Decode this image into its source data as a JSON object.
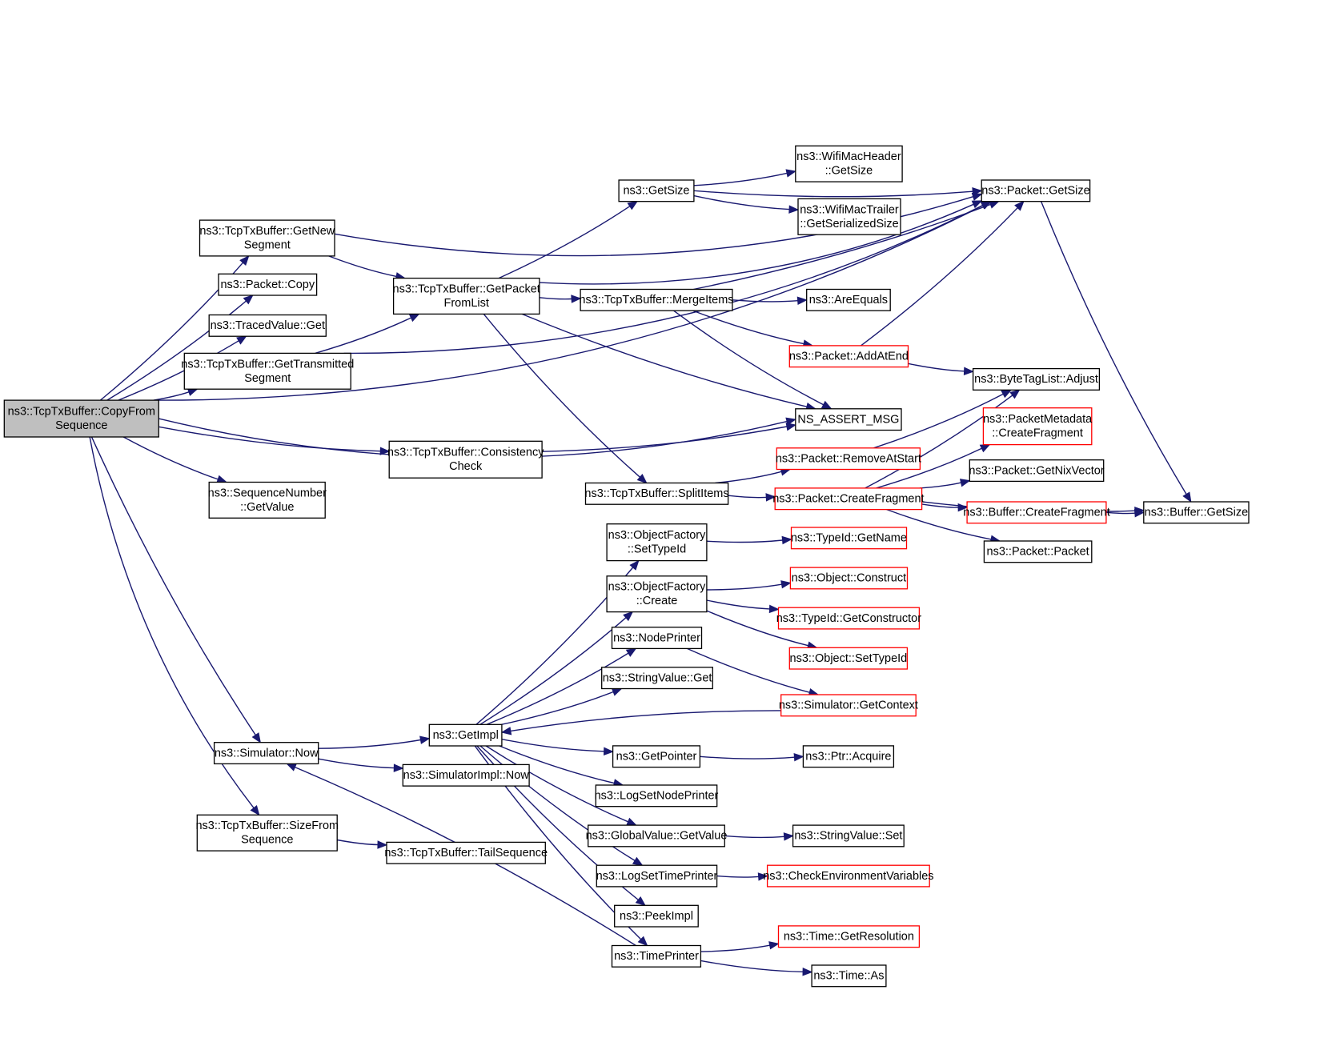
{
  "nodes": [
    {
      "id": "root",
      "lines": [
        "ns3::TcpTxBuffer::CopyFrom",
        "Sequence"
      ],
      "style": "root"
    },
    {
      "id": "getnew",
      "lines": [
        "ns3::TcpTxBuffer::GetNew",
        "Segment"
      ],
      "style": "normal"
    },
    {
      "id": "pcopy",
      "lines": [
        "ns3::Packet::Copy"
      ],
      "style": "normal"
    },
    {
      "id": "tvget",
      "lines": [
        "ns3::TracedValue::Get"
      ],
      "style": "normal"
    },
    {
      "id": "gettrans",
      "lines": [
        "ns3::TcpTxBuffer::GetTransmitted",
        "Segment"
      ],
      "style": "normal"
    },
    {
      "id": "consist",
      "lines": [
        "ns3::TcpTxBuffer::Consistency",
        "Check"
      ],
      "style": "normal"
    },
    {
      "id": "seqval",
      "lines": [
        "ns3::SequenceNumber",
        "::GetValue"
      ],
      "style": "normal"
    },
    {
      "id": "simnow",
      "lines": [
        "ns3::Simulator::Now"
      ],
      "style": "normal"
    },
    {
      "id": "sizefrom",
      "lines": [
        "ns3::TcpTxBuffer::SizeFrom",
        "Sequence"
      ],
      "style": "normal"
    },
    {
      "id": "getpkt",
      "lines": [
        "ns3::TcpTxBuffer::GetPacket",
        "FromList"
      ],
      "style": "normal"
    },
    {
      "id": "getimpl",
      "lines": [
        "ns3::GetImpl"
      ],
      "style": "normal"
    },
    {
      "id": "simimplnow",
      "lines": [
        "ns3::SimulatorImpl::Now"
      ],
      "style": "normal"
    },
    {
      "id": "tailseq",
      "lines": [
        "ns3::TcpTxBuffer::TailSequence"
      ],
      "style": "normal"
    },
    {
      "id": "getsize",
      "lines": [
        "ns3::GetSize"
      ],
      "style": "normal"
    },
    {
      "id": "merge",
      "lines": [
        "ns3::TcpTxBuffer::MergeItems"
      ],
      "style": "normal"
    },
    {
      "id": "split",
      "lines": [
        "ns3::TcpTxBuffer::SplitItems"
      ],
      "style": "normal"
    },
    {
      "id": "ofsettype",
      "lines": [
        "ns3::ObjectFactory",
        "::SetTypeId"
      ],
      "style": "normal"
    },
    {
      "id": "ofcreate",
      "lines": [
        "ns3::ObjectFactory",
        "::Create"
      ],
      "style": "normal"
    },
    {
      "id": "nodeprinter",
      "lines": [
        "ns3::NodePrinter"
      ],
      "style": "normal"
    },
    {
      "id": "strget",
      "lines": [
        "ns3::StringValue::Get"
      ],
      "style": "normal"
    },
    {
      "id": "getpointer",
      "lines": [
        "ns3::GetPointer"
      ],
      "style": "normal"
    },
    {
      "id": "logsetnode",
      "lines": [
        "ns3::LogSetNodePrinter"
      ],
      "style": "normal"
    },
    {
      "id": "gvgetvalue",
      "lines": [
        "ns3::GlobalValue::GetValue"
      ],
      "style": "normal"
    },
    {
      "id": "logsettime",
      "lines": [
        "ns3::LogSetTimePrinter"
      ],
      "style": "normal"
    },
    {
      "id": "peekimpl",
      "lines": [
        "ns3::PeekImpl"
      ],
      "style": "normal"
    },
    {
      "id": "timeprinter",
      "lines": [
        "ns3::TimePrinter"
      ],
      "style": "normal"
    },
    {
      "id": "wifihdr",
      "lines": [
        "ns3::WifiMacHeader",
        "::GetSize"
      ],
      "style": "normal"
    },
    {
      "id": "wifitrl",
      "lines": [
        "ns3::WifiMacTrailer",
        "::GetSerializedSize"
      ],
      "style": "normal"
    },
    {
      "id": "areequals",
      "lines": [
        "ns3::AreEquals"
      ],
      "style": "normal"
    },
    {
      "id": "addatend",
      "lines": [
        "ns3::Packet::AddAtEnd"
      ],
      "style": "red"
    },
    {
      "id": "assert",
      "lines": [
        "NS_ASSERT_MSG"
      ],
      "style": "normal"
    },
    {
      "id": "removeatstart",
      "lines": [
        "ns3::Packet::RemoveAtStart"
      ],
      "style": "red"
    },
    {
      "id": "pcreatefrag",
      "lines": [
        "ns3::Packet::CreateFragment"
      ],
      "style": "red"
    },
    {
      "id": "typegetname",
      "lines": [
        "ns3::TypeId::GetName"
      ],
      "style": "red"
    },
    {
      "id": "objconstruct",
      "lines": [
        "ns3::Object::Construct"
      ],
      "style": "red"
    },
    {
      "id": "typegetctor",
      "lines": [
        "ns3::TypeId::GetConstructor"
      ],
      "style": "red"
    },
    {
      "id": "objsettype",
      "lines": [
        "ns3::Object::SetTypeId"
      ],
      "style": "red"
    },
    {
      "id": "simgetctx",
      "lines": [
        "ns3::Simulator::GetContext"
      ],
      "style": "red"
    },
    {
      "id": "ptracquire",
      "lines": [
        "ns3::Ptr::Acquire"
      ],
      "style": "normal"
    },
    {
      "id": "strset",
      "lines": [
        "ns3::StringValue::Set"
      ],
      "style": "normal"
    },
    {
      "id": "checkenv",
      "lines": [
        "ns3::CheckEnvironmentVariables"
      ],
      "style": "red"
    },
    {
      "id": "timegetres",
      "lines": [
        "ns3::Time::GetResolution"
      ],
      "style": "red"
    },
    {
      "id": "timeas",
      "lines": [
        "ns3::Time::As"
      ],
      "style": "normal"
    },
    {
      "id": "pgetsize",
      "lines": [
        "ns3::Packet::GetSize"
      ],
      "style": "normal"
    },
    {
      "id": "btladjust",
      "lines": [
        "ns3::ByteTagList::Adjust"
      ],
      "style": "normal"
    },
    {
      "id": "pmcreatefrag",
      "lines": [
        "ns3::PacketMetadata",
        "::CreateFragment"
      ],
      "style": "red"
    },
    {
      "id": "pgetnix",
      "lines": [
        "ns3::Packet::GetNixVector"
      ],
      "style": "normal"
    },
    {
      "id": "bcreatefrag",
      "lines": [
        "ns3::Buffer::CreateFragment"
      ],
      "style": "red"
    },
    {
      "id": "ppacket",
      "lines": [
        "ns3::Packet::Packet"
      ],
      "style": "normal"
    },
    {
      "id": "bgetsize",
      "lines": [
        "ns3::Buffer::GetSize"
      ],
      "style": "normal"
    }
  ],
  "edges": [
    [
      "root",
      "pgetsize"
    ],
    [
      "root",
      "getnew"
    ],
    [
      "root",
      "pcopy"
    ],
    [
      "root",
      "tvget"
    ],
    [
      "root",
      "gettrans"
    ],
    [
      "root",
      "assert"
    ],
    [
      "root",
      "consist"
    ],
    [
      "root",
      "seqval"
    ],
    [
      "root",
      "simnow"
    ],
    [
      "root",
      "sizefrom"
    ],
    [
      "getnew",
      "pgetsize"
    ],
    [
      "getnew",
      "getpkt"
    ],
    [
      "gettrans",
      "getpkt"
    ],
    [
      "gettrans",
      "pgetsize"
    ],
    [
      "consist",
      "assert"
    ],
    [
      "simnow",
      "getimpl"
    ],
    [
      "simnow",
      "simimplnow"
    ],
    [
      "sizefrom",
      "tailseq"
    ],
    [
      "getpkt",
      "pgetsize"
    ],
    [
      "getpkt",
      "getsize"
    ],
    [
      "getpkt",
      "merge"
    ],
    [
      "getpkt",
      "assert"
    ],
    [
      "getpkt",
      "split"
    ],
    [
      "getsize",
      "pgetsize"
    ],
    [
      "getsize",
      "wifihdr"
    ],
    [
      "getsize",
      "wifitrl"
    ],
    [
      "merge",
      "pgetsize"
    ],
    [
      "merge",
      "areequals"
    ],
    [
      "merge",
      "addatend"
    ],
    [
      "merge",
      "assert"
    ],
    [
      "split",
      "removeatstart"
    ],
    [
      "split",
      "pcreatefrag"
    ],
    [
      "addatend",
      "pgetsize"
    ],
    [
      "addatend",
      "btladjust"
    ],
    [
      "removeatstart",
      "btladjust"
    ],
    [
      "pcreatefrag",
      "btladjust"
    ],
    [
      "pcreatefrag",
      "pmcreatefrag"
    ],
    [
      "pcreatefrag",
      "pgetnix"
    ],
    [
      "pcreatefrag",
      "bcreatefrag"
    ],
    [
      "pcreatefrag",
      "ppacket"
    ],
    [
      "pcreatefrag",
      "bgetsize"
    ],
    [
      "bcreatefrag",
      "bgetsize"
    ],
    [
      "pgetsize",
      "bgetsize"
    ],
    [
      "getimpl",
      "ofsettype"
    ],
    [
      "getimpl",
      "ofcreate"
    ],
    [
      "getimpl",
      "nodeprinter"
    ],
    [
      "getimpl",
      "strget"
    ],
    [
      "getimpl",
      "getpointer"
    ],
    [
      "getimpl",
      "logsetnode"
    ],
    [
      "getimpl",
      "gvgetvalue"
    ],
    [
      "getimpl",
      "logsettime"
    ],
    [
      "getimpl",
      "peekimpl"
    ],
    [
      "getimpl",
      "timeprinter"
    ],
    [
      "ofsettype",
      "typegetname"
    ],
    [
      "ofcreate",
      "objconstruct"
    ],
    [
      "ofcreate",
      "typegetctor"
    ],
    [
      "ofcreate",
      "objsettype"
    ],
    [
      "nodeprinter",
      "simgetctx"
    ],
    [
      "simgetctx",
      "getimpl"
    ],
    [
      "getpointer",
      "ptracquire"
    ],
    [
      "gvgetvalue",
      "strset"
    ],
    [
      "logsettime",
      "checkenv"
    ],
    [
      "timeprinter",
      "timegetres"
    ],
    [
      "timeprinter",
      "timeas"
    ],
    [
      "timeprinter",
      "simnow"
    ]
  ]
}
